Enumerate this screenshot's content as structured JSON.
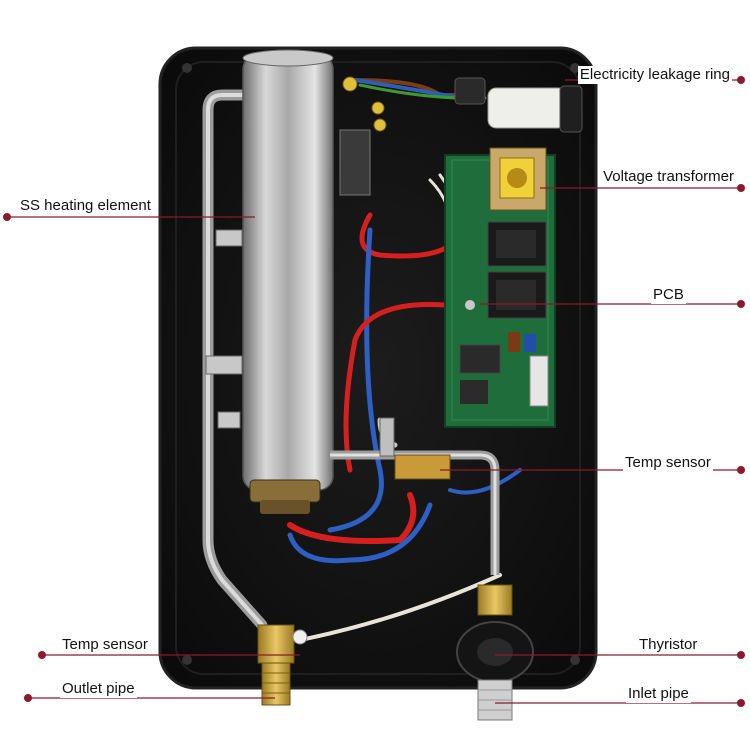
{
  "accent_color": "#8b1a2b",
  "labels": {
    "leakage_ring": "Electricity leakage ring",
    "voltage_transformer": "Voltage transformer",
    "heating_element": "SS heating element",
    "pcb": "PCB",
    "temp_sensor_right": "Temp sensor",
    "temp_sensor_left": "Temp sensor",
    "thyristor": "Thyristor",
    "outlet_pipe": "Outlet pipe",
    "inlet_pipe": "Inlet pipe"
  }
}
